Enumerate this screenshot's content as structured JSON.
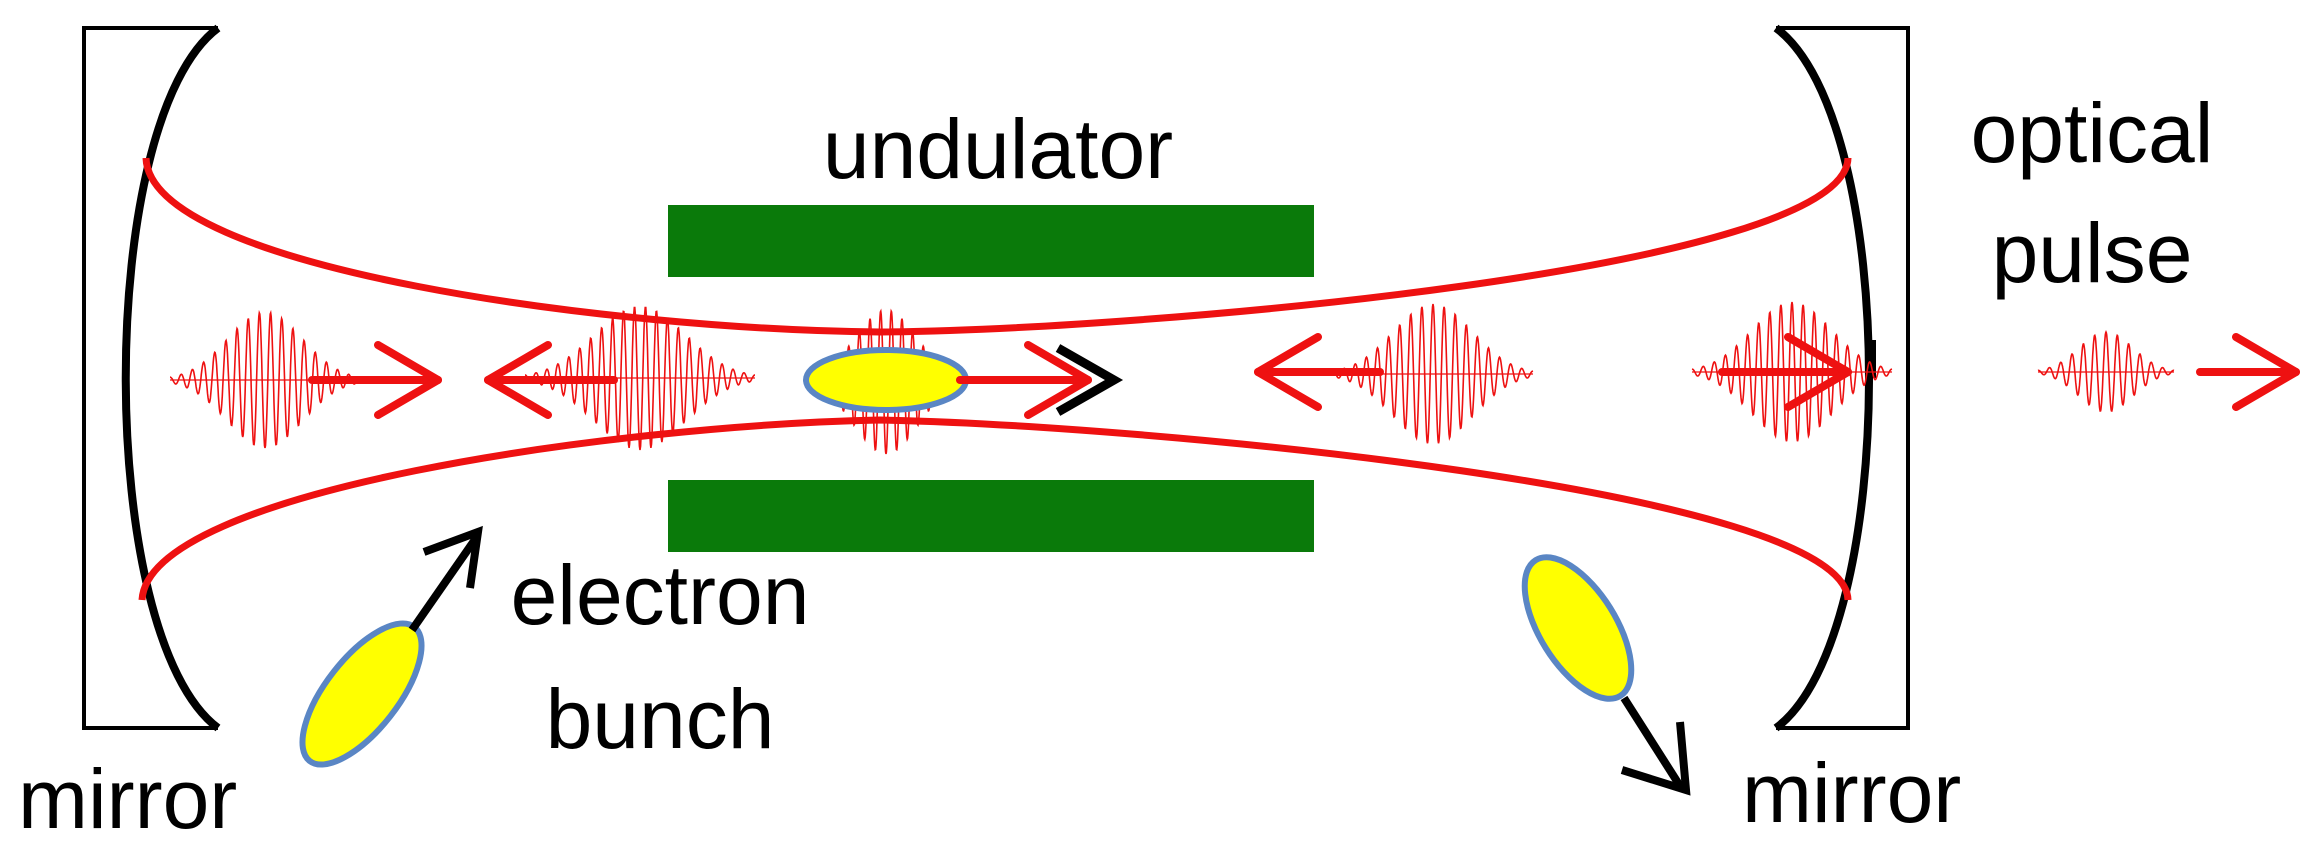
{
  "labels": {
    "undulator": "undulator",
    "optical_line1": "optical",
    "optical_line2": "pulse",
    "electron_line1": "electron",
    "electron_line2": "bunch",
    "mirror_left": "mirror",
    "mirror_right": "mirror"
  },
  "colors": {
    "beam": "#ee1111",
    "undulator": "#0a7a0a",
    "bunch_fill": "#ffff00",
    "bunch_edge": "#5a86c4",
    "ink": "#000000"
  }
}
